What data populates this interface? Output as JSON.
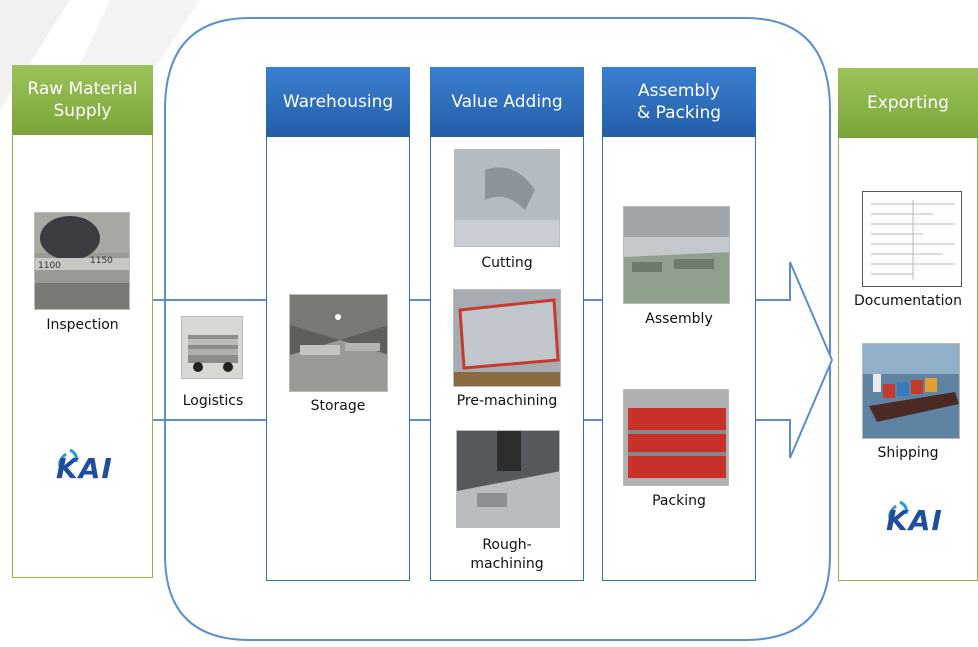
{
  "stages": {
    "raw_material": {
      "title": "Raw Material\nSupply",
      "item": "Inspection"
    },
    "warehousing": {
      "title": "Warehousing",
      "item": "Storage"
    },
    "value_adding": {
      "title": "Value Adding",
      "items": [
        "Cutting",
        "Pre-machining",
        "Rough-\nmachining"
      ]
    },
    "assembly_packing": {
      "title": "Assembly\n& Packing",
      "items": [
        "Assembly",
        "Packing"
      ]
    },
    "exporting": {
      "title": "Exporting",
      "items": [
        "Documentation",
        "Shipping"
      ]
    }
  },
  "logistics_label": "Logistics",
  "logo_text": "KAI",
  "colors": {
    "blue": "#2f6fbf",
    "green": "#8db646",
    "arrow": "#5b8fd0"
  }
}
